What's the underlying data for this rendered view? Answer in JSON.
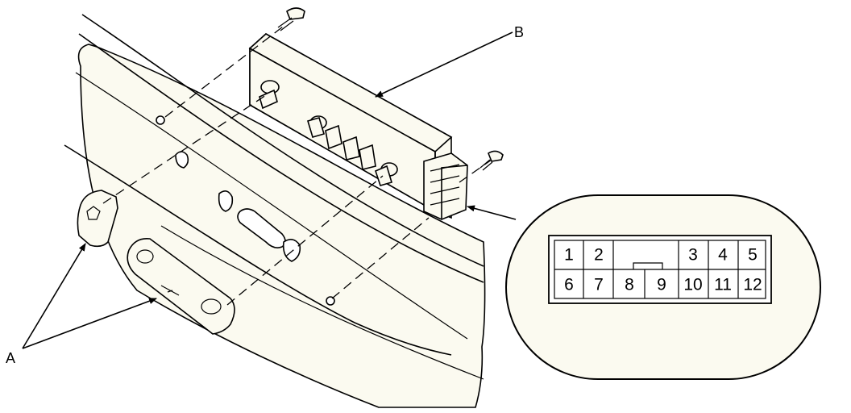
{
  "callouts": {
    "a": "A",
    "b": "B"
  },
  "connector": {
    "top_row_left": [
      "1",
      "2"
    ],
    "top_row_right": [
      "3",
      "4",
      "5"
    ],
    "bottom_row": [
      "6",
      "7",
      "8",
      "9",
      "10",
      "11",
      "12"
    ]
  },
  "colors": {
    "line": "#000000",
    "part_fill": "#fbfaf0",
    "background": "#ffffff"
  }
}
